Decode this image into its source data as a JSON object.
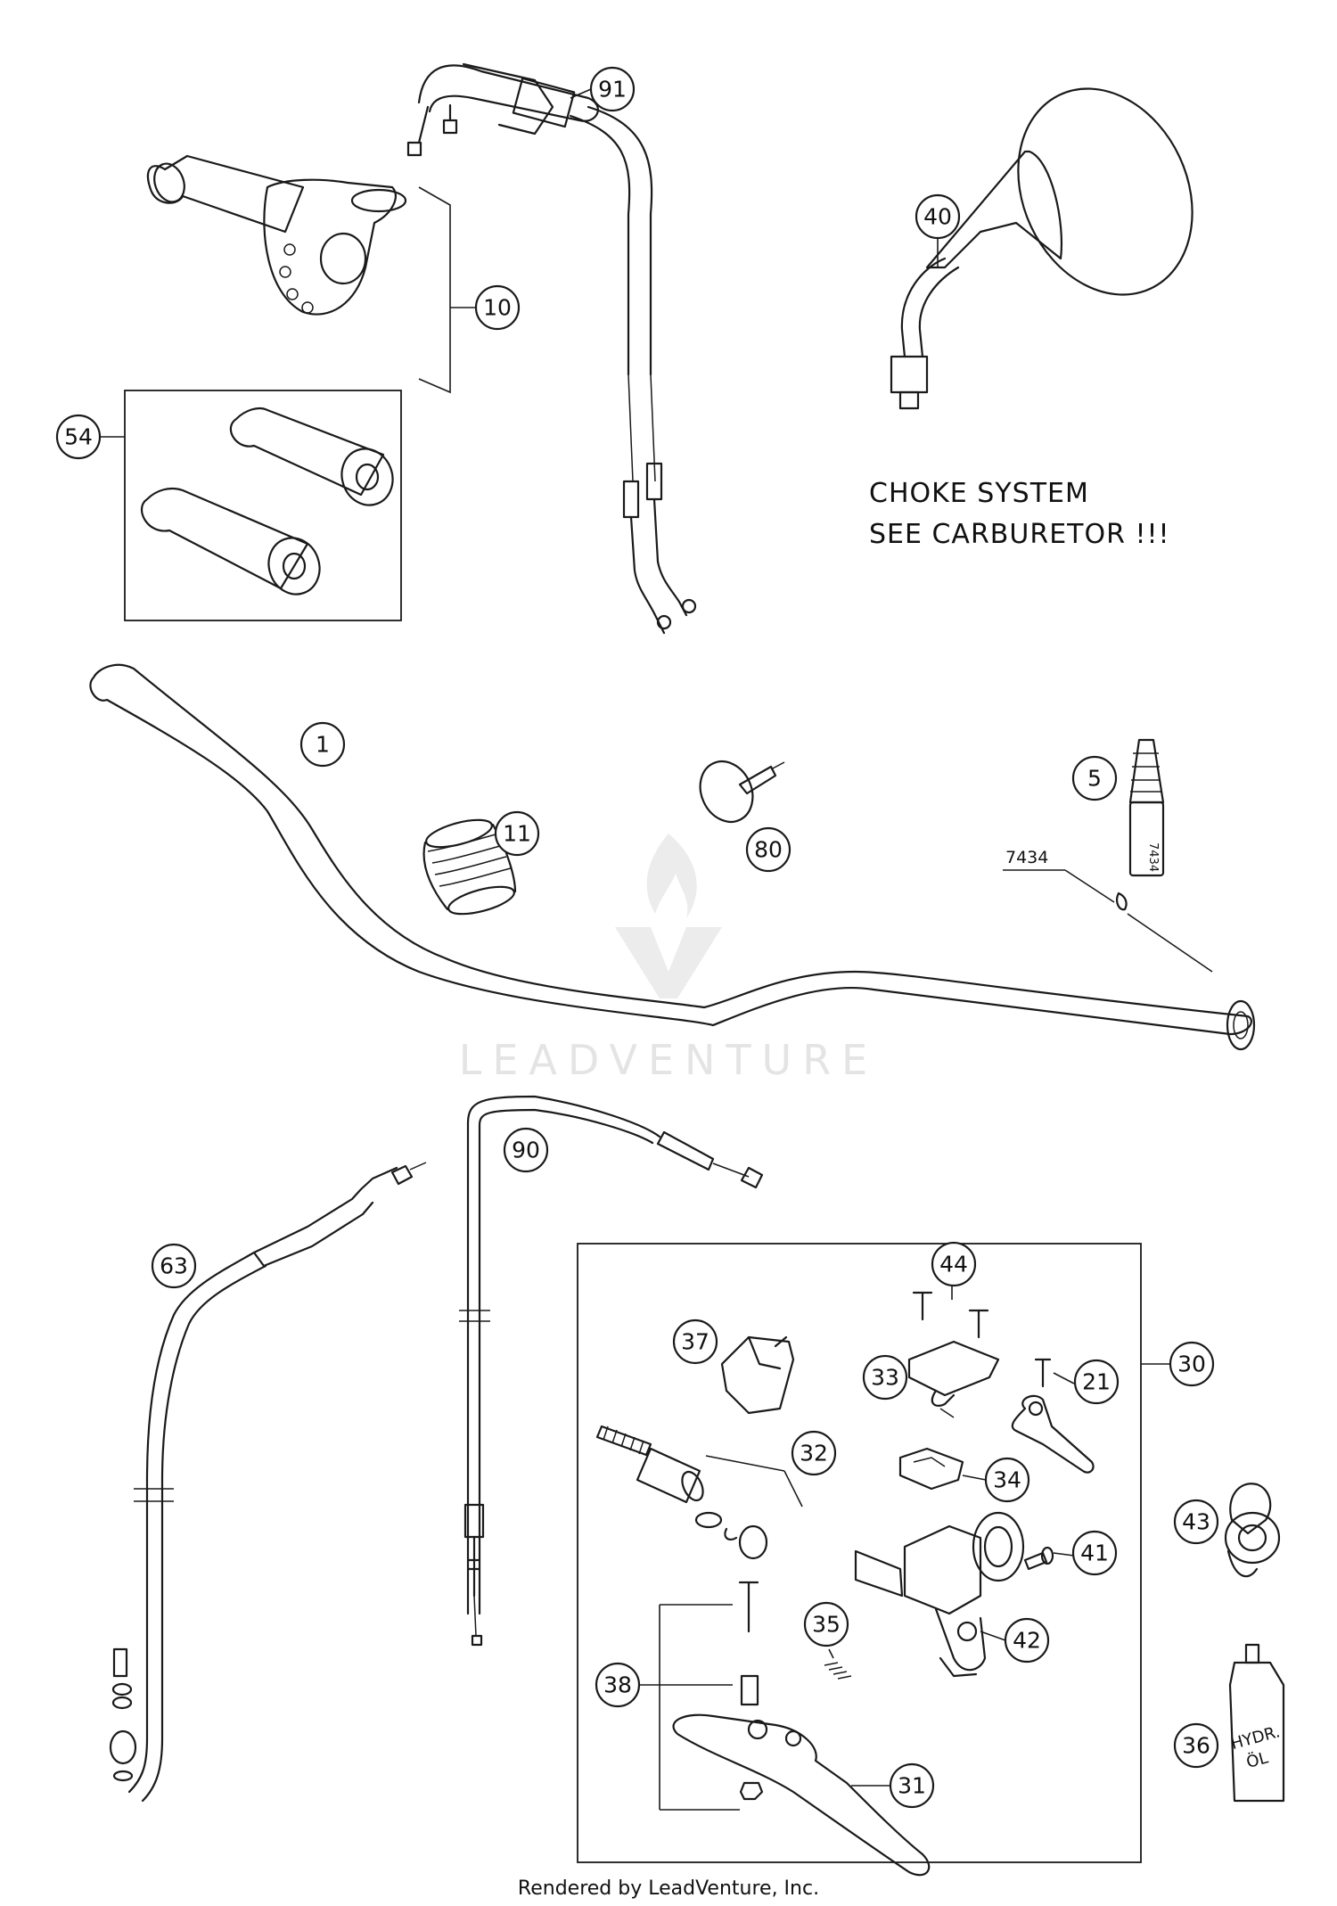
{
  "note": {
    "line1": "CHOKE SYSTEM",
    "line2": "SEE CARBURETOR !!!"
  },
  "part_label": "7434",
  "watermark": "LEADVENTURE",
  "footer": "Rendered by LeadVenture, Inc.",
  "callouts": [
    {
      "id": "91",
      "label": "91"
    },
    {
      "id": "40",
      "label": "40"
    },
    {
      "id": "10",
      "label": "10"
    },
    {
      "id": "54",
      "label": "54"
    },
    {
      "id": "1",
      "label": "1"
    },
    {
      "id": "11",
      "label": "11"
    },
    {
      "id": "80",
      "label": "80"
    },
    {
      "id": "5",
      "label": "5"
    },
    {
      "id": "90",
      "label": "90"
    },
    {
      "id": "63",
      "label": "63"
    },
    {
      "id": "44",
      "label": "44"
    },
    {
      "id": "30",
      "label": "30"
    },
    {
      "id": "37",
      "label": "37"
    },
    {
      "id": "33",
      "label": "33"
    },
    {
      "id": "21",
      "label": "21"
    },
    {
      "id": "32",
      "label": "32"
    },
    {
      "id": "34",
      "label": "34"
    },
    {
      "id": "43",
      "label": "43"
    },
    {
      "id": "41",
      "label": "41"
    },
    {
      "id": "35",
      "label": "35"
    },
    {
      "id": "42",
      "label": "42"
    },
    {
      "id": "38",
      "label": "38"
    },
    {
      "id": "31",
      "label": "31"
    },
    {
      "id": "36",
      "label": "36"
    }
  ],
  "bottle_text": {
    "line1": "HYDR.",
    "line2": "ÖL"
  },
  "colors": {
    "line": "#1a1a1a",
    "background": "#ffffff",
    "watermark": "#e4e4e4"
  }
}
